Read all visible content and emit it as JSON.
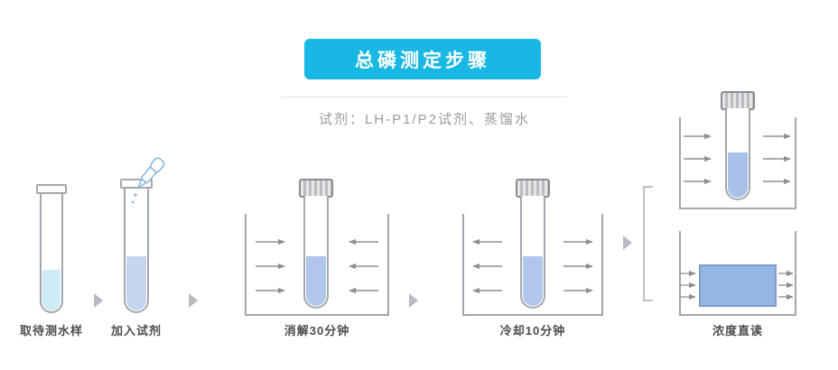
{
  "header": {
    "title": "总磷测定步骤"
  },
  "subtitle": "试剂：LH-P1/P2试剂、蒸馏水",
  "steps": [
    {
      "label": "取待测水样"
    },
    {
      "label": "加入试剂"
    },
    {
      "label": "消解30分钟"
    },
    {
      "label": "冷却10分钟"
    },
    {
      "label": "浓度直读"
    }
  ],
  "icons": {
    "step_separator": "right-triangle-arrow",
    "heating": "inward-arrows",
    "cooling": "outward-arrows",
    "reading": "rightward-light-arrows",
    "dropper": "pipette-with-drops"
  },
  "colors": {
    "accent": "#19b7e4",
    "outline": "#a2a8ae",
    "liquid_sample": "#cdecf5",
    "liquid_reagent": "#c5d5ef",
    "liquid_digested": "#b0c6ea",
    "cuvette_fill": "#94b6e2",
    "label_text": "#4d4d4d",
    "subtitle_text": "#9b9b9b",
    "arrow": "#8a9096"
  }
}
